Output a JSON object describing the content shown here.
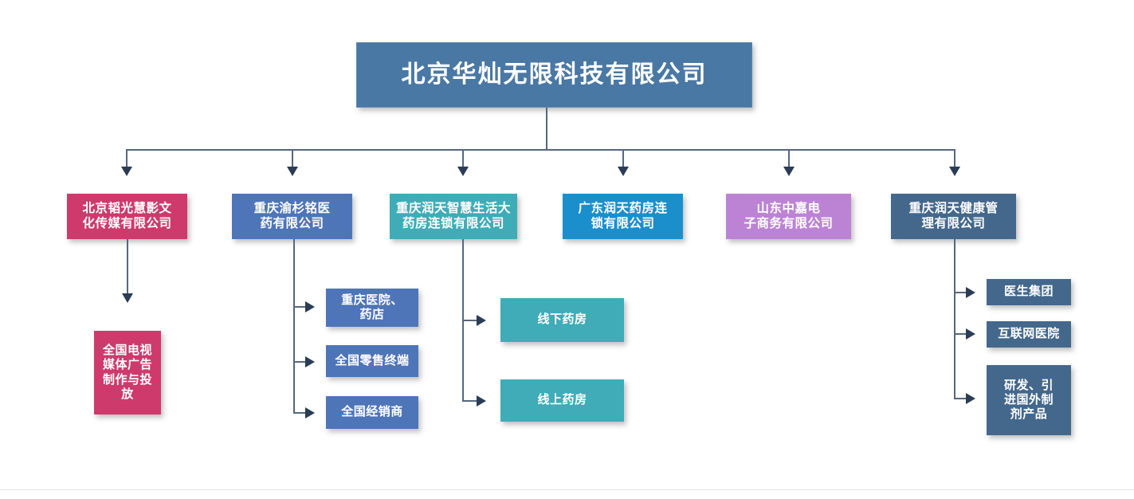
{
  "diagram": {
    "type": "organization-chart",
    "title_node": {
      "label": "北京华灿无限科技有限公司",
      "color": "#4A78A4"
    },
    "level2": [
      {
        "label": "北京韬光慧影文\n化传媒有限公司",
        "color": "#CE3A6C"
      },
      {
        "label": "重庆渝杉铭医\n药有限公司",
        "color": "#4E75B8"
      },
      {
        "label": "重庆润天智慧生活大\n药房连锁有限公司",
        "color": "#3FACB8"
      },
      {
        "label": "广东润天药房连\n锁有限公司",
        "color": "#1B8FCC"
      },
      {
        "label": "山东中嘉电\n子商务有限公司",
        "color": "#BC83D4"
      },
      {
        "label": "重庆润天健康管\n理有限公司",
        "color": "#44688C"
      }
    ],
    "level3": {
      "branch1": [
        {
          "label": "全国电视\n媒体广告\n制作与投\n放",
          "color": "#CE3A6C"
        }
      ],
      "branch2": [
        {
          "label": "重庆医院、\n药店",
          "color": "#4E75B8"
        },
        {
          "label": "全国零售终端",
          "color": "#4E75B8"
        },
        {
          "label": "全国经销商",
          "color": "#4E75B8"
        }
      ],
      "branch3": [
        {
          "label": "线下药房",
          "color": "#3FACB8"
        },
        {
          "label": "线上药房",
          "color": "#3FACB8"
        }
      ],
      "branch6": [
        {
          "label": "医生集团",
          "color": "#44688C"
        },
        {
          "label": "互联网医院",
          "color": "#44688C"
        },
        {
          "label": "研发、引\n进国外制\n剂产品",
          "color": "#44688C"
        }
      ]
    },
    "connector_color": "#55677d",
    "arrow_color": "#2b3c55"
  }
}
